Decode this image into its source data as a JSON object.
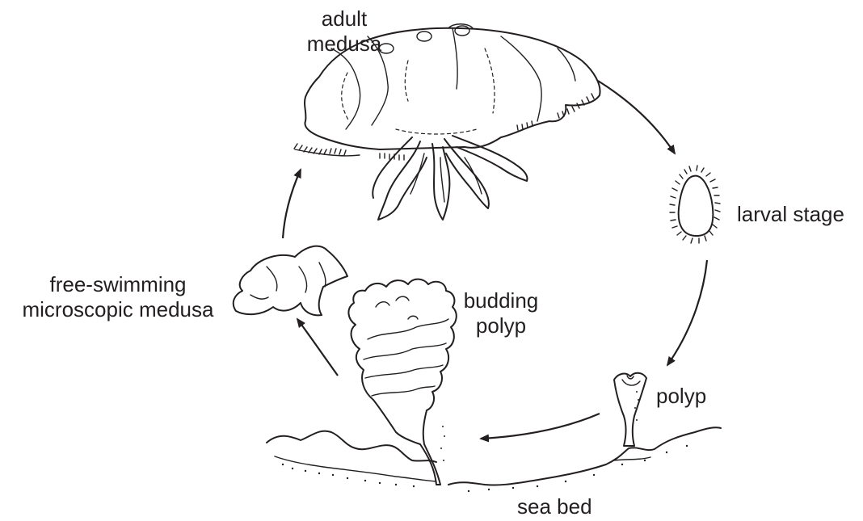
{
  "labels": {
    "adult_medusa_1": "adult",
    "adult_medusa_2": "medusa",
    "larval_stage": "larval stage",
    "polyp": "polyp",
    "sea_bed": "sea bed",
    "budding_polyp_1": "budding",
    "budding_polyp_2": "polyp",
    "free_swimming_1": "free-swimming",
    "free_swimming_2": "microscopic medusa"
  },
  "colors": {
    "ink": "#231f20",
    "background": "#ffffff"
  },
  "cycle_order": [
    "adult medusa",
    "larval stage",
    "polyp",
    "budding polyp",
    "free-swimming microscopic medusa"
  ]
}
